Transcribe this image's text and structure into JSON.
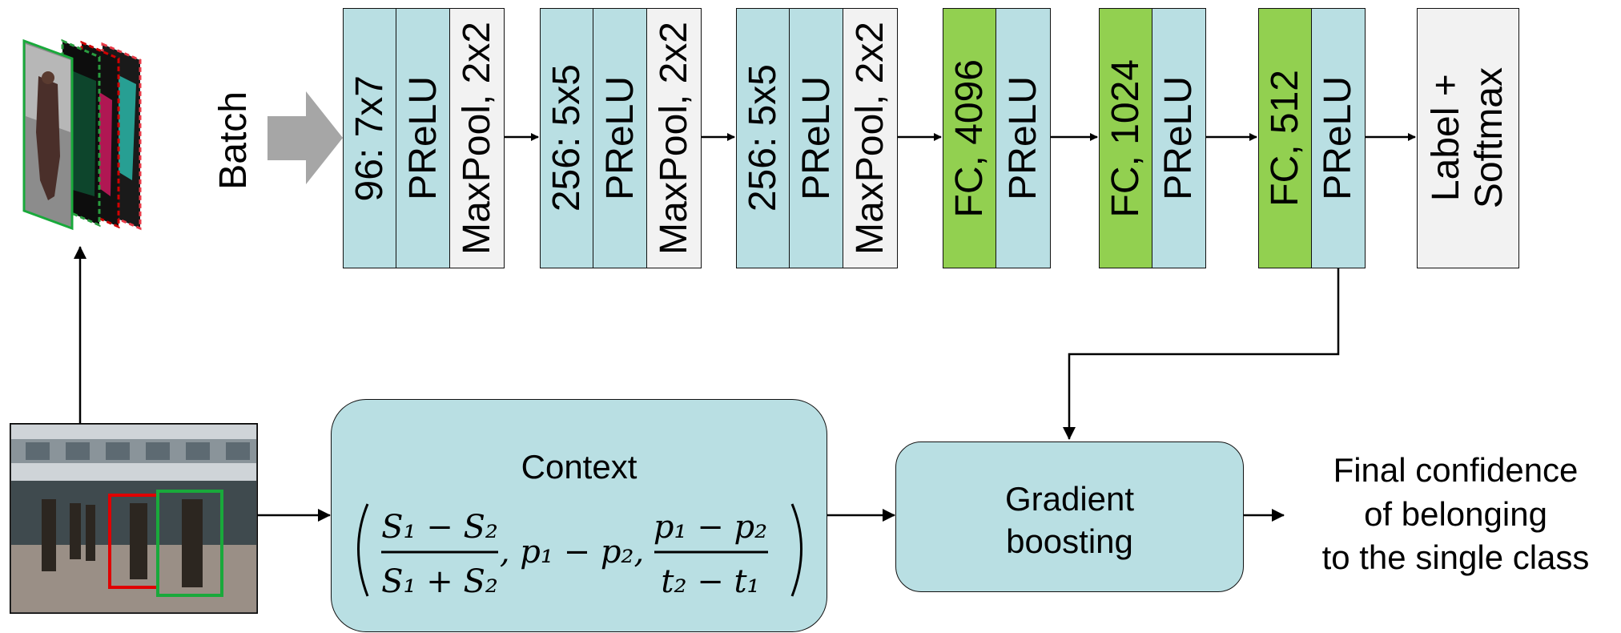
{
  "batch_label": "Batch",
  "conv_blocks": [
    {
      "conv": "96: 7x7",
      "act": "PReLU",
      "pool": "MaxPool, 2x2"
    },
    {
      "conv": "256: 5x5",
      "act": "PReLU",
      "pool": "MaxPool, 2x2"
    },
    {
      "conv": "256: 5x5",
      "act": "PReLU",
      "pool": "MaxPool, 2x2"
    }
  ],
  "fc_blocks": [
    {
      "fc": "FC, 4096",
      "act": "PReLU"
    },
    {
      "fc": "FC, 1024",
      "act": "PReLU"
    },
    {
      "fc": "FC, 512",
      "act": "PReLU"
    }
  ],
  "output_label": "Label +\nSoftmax",
  "context": {
    "title": "Context",
    "formula": {
      "frac1_num": "S₁ − S₂",
      "frac1_den": "S₁ + S₂",
      "mid": ", p₁ − p₂,",
      "frac2_num": "p₁ − p₂",
      "frac2_den": "t₂ − t₁"
    }
  },
  "gradient_boosting": {
    "line1": "Gradient",
    "line2": "boosting"
  },
  "final_output": {
    "line1": "Final confidence",
    "line2": "of belonging",
    "line3": "to the single class"
  },
  "colors": {
    "blue": "#b9dfe3",
    "green": "#92d050",
    "gray": "#f2f2f2",
    "arrow_gray": "#a6a6a6"
  }
}
